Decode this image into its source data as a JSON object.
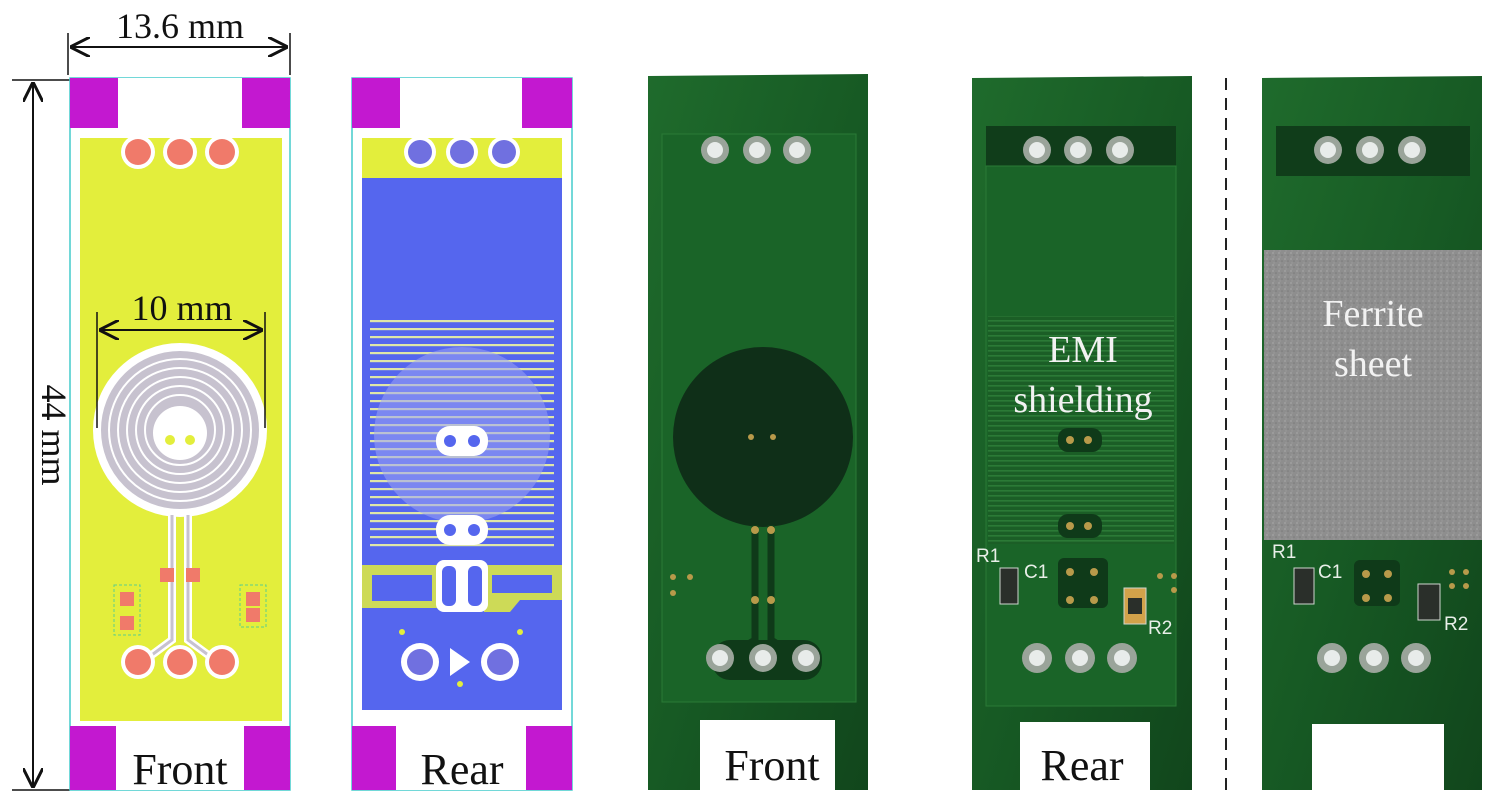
{
  "dimensions": {
    "width_label": "13.6 mm",
    "height_label": "44 mm",
    "coil_label": "10 mm"
  },
  "panels": [
    {
      "id": "layout-front",
      "caption": "Front"
    },
    {
      "id": "layout-rear",
      "caption": "Rear"
    },
    {
      "id": "photo-front",
      "caption": "Front"
    },
    {
      "id": "photo-rear",
      "caption": "Rear",
      "overlay": [
        "EMI",
        "shielding"
      ],
      "silkscreen": {
        "r1": "R1",
        "c1": "C1",
        "r2": "R2"
      }
    },
    {
      "id": "photo-ferrite",
      "caption": "",
      "overlay": [
        "Ferrite",
        "sheet"
      ],
      "silkscreen": {
        "r1": "R1",
        "c1": "C1",
        "r2": "R2"
      }
    }
  ]
}
